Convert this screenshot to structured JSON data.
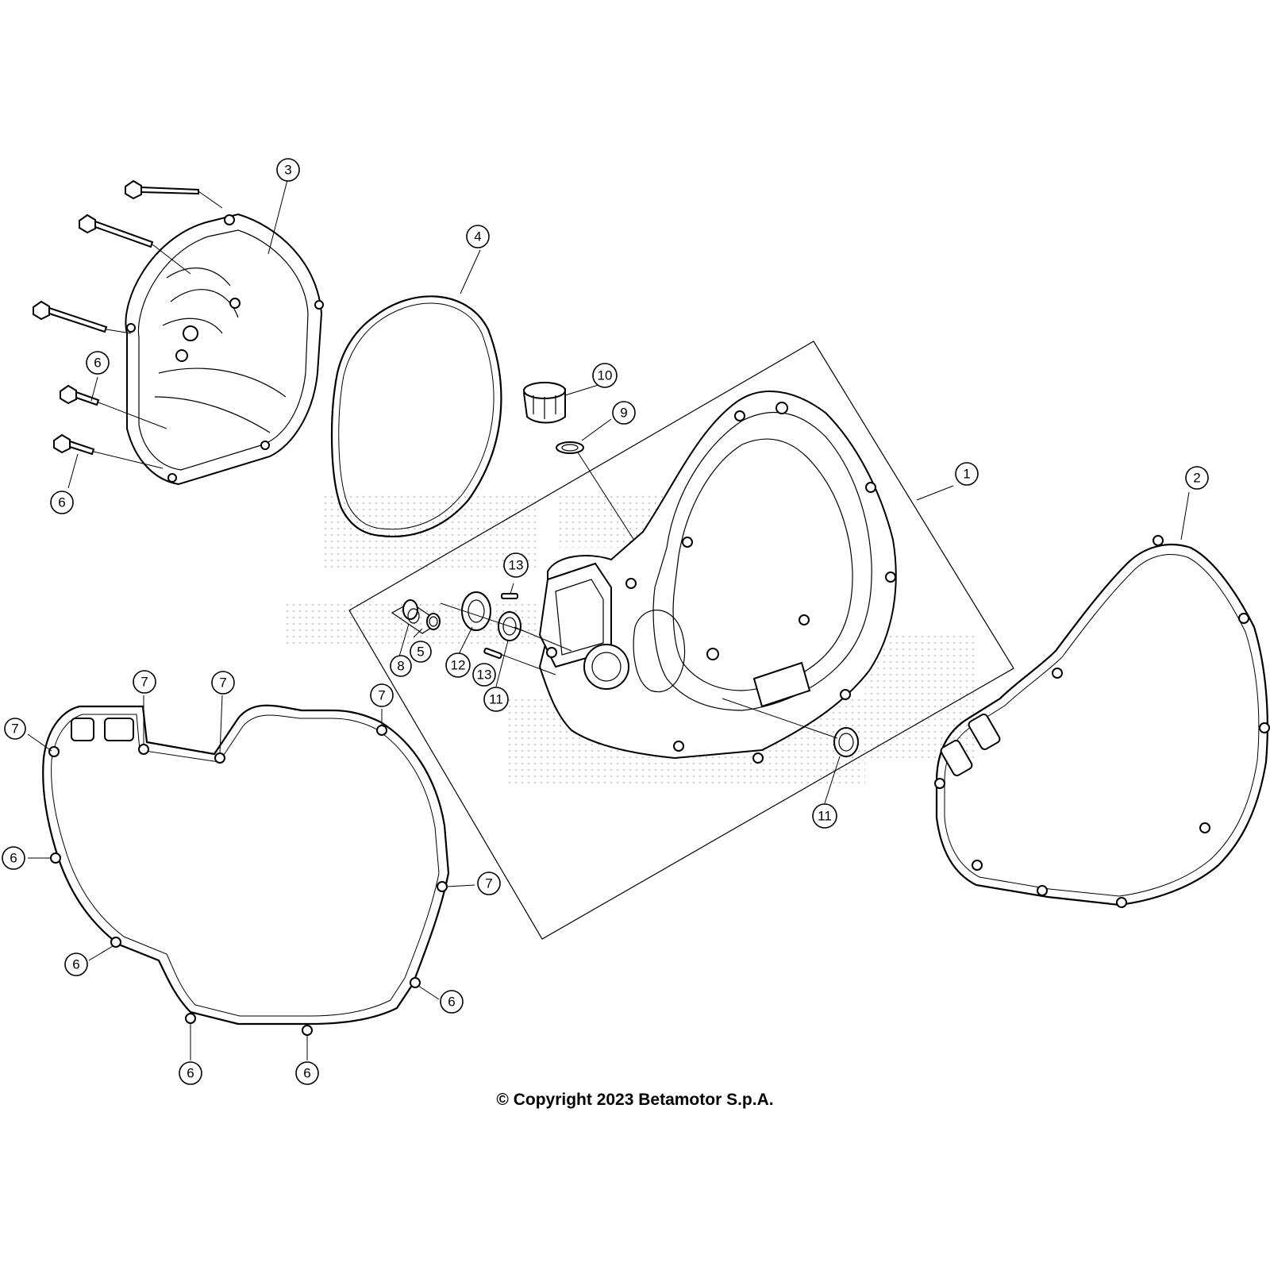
{
  "diagram": {
    "callouts": [
      "1",
      "2",
      "3",
      "4",
      "5",
      "6",
      "7",
      "8",
      "9",
      "10",
      "11",
      "12",
      "13"
    ],
    "parts": [
      {
        "ref": "1",
        "label": "1"
      },
      {
        "ref": "2",
        "label": "2"
      },
      {
        "ref": "3",
        "label": "3"
      },
      {
        "ref": "4",
        "label": "4"
      },
      {
        "ref": "5",
        "label": "5"
      },
      {
        "ref": "6",
        "label": "6"
      },
      {
        "ref": "7",
        "label": "7"
      },
      {
        "ref": "8",
        "label": "8"
      },
      {
        "ref": "9",
        "label": "9"
      },
      {
        "ref": "10",
        "label": "10"
      },
      {
        "ref": "11",
        "label": "11"
      },
      {
        "ref": "12",
        "label": "12"
      },
      {
        "ref": "13",
        "label": "13"
      }
    ]
  },
  "footer": {
    "copyright": "© Copyright 2023 Betamotor S.p.A."
  }
}
